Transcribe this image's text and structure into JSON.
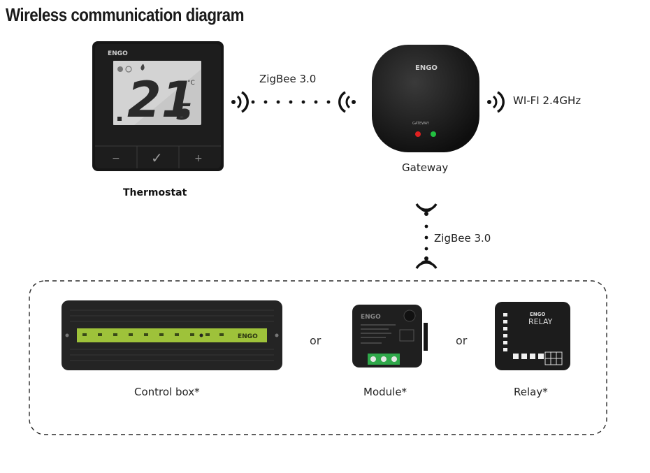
{
  "title": "Wireless communication diagram",
  "devices": {
    "thermostat": {
      "label": "Thermostat",
      "brand": "ENGO",
      "temp_main": "21",
      "temp_decimal": "5",
      "unit": "°C",
      "btn_minus": "−",
      "btn_check": "✓",
      "btn_plus": "+"
    },
    "gateway": {
      "label": "Gateway",
      "brand": "ENGO",
      "panel_text": "GATEWAY"
    },
    "control_box": {
      "label": "Control box*",
      "brand": "ENGO"
    },
    "module": {
      "label": "Module*",
      "brand": "ENGO"
    },
    "relay": {
      "label": "Relay*",
      "brand": "ENGO",
      "product": "RELAY"
    }
  },
  "links": {
    "thermostat_gateway": "ZigBee 3.0",
    "gateway_wifi": "WI-FI 2.4GHz",
    "gateway_receivers": "ZigBee 3.0"
  },
  "separators": {
    "or_1": "or",
    "or_2": "or"
  },
  "colors": {
    "device_body": "#222222",
    "lcd": "#d4d4d4",
    "lcd_green": "#9ec23a",
    "led_red": "#e02020",
    "led_green": "#22c040"
  }
}
